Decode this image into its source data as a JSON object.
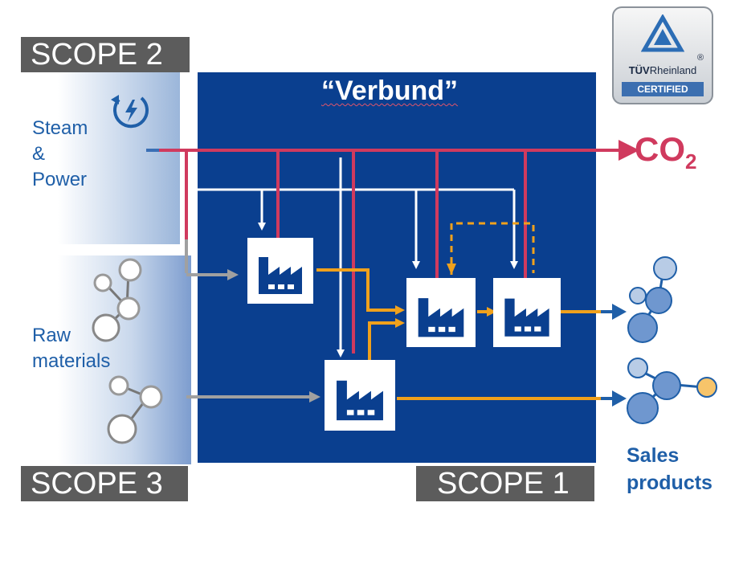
{
  "scopes": {
    "scope2": "SCOPE 2",
    "scope3": "SCOPE 3",
    "scope1": "SCOPE 1"
  },
  "inputs": {
    "steam_power": [
      "Steam",
      "&",
      "Power"
    ],
    "raw_materials": [
      "Raw",
      "materials"
    ]
  },
  "verbund_title": "“Verbund”",
  "emission": {
    "label": "CO",
    "subscript": "2"
  },
  "outputs": {
    "sales_products": [
      "Sales",
      "products"
    ]
  },
  "badge": {
    "brand_bold": "TÜV",
    "brand_rest": "Rheinland",
    "registered": "®",
    "certified": "CERTIFIED"
  },
  "icons": {
    "power": "power-bolt-icon",
    "factory": "factory-icon",
    "molecule": "molecule-icon",
    "triangle": "tuv-triangle-icon"
  },
  "colors": {
    "verbund_blue": "#0a3f8f",
    "co2_red": "#d03a5e",
    "product_orange": "#f0a11c",
    "input_grey": "#a0a0a0",
    "scope_label": "#5c5c5c",
    "text_blue": "#1f5fa8"
  }
}
